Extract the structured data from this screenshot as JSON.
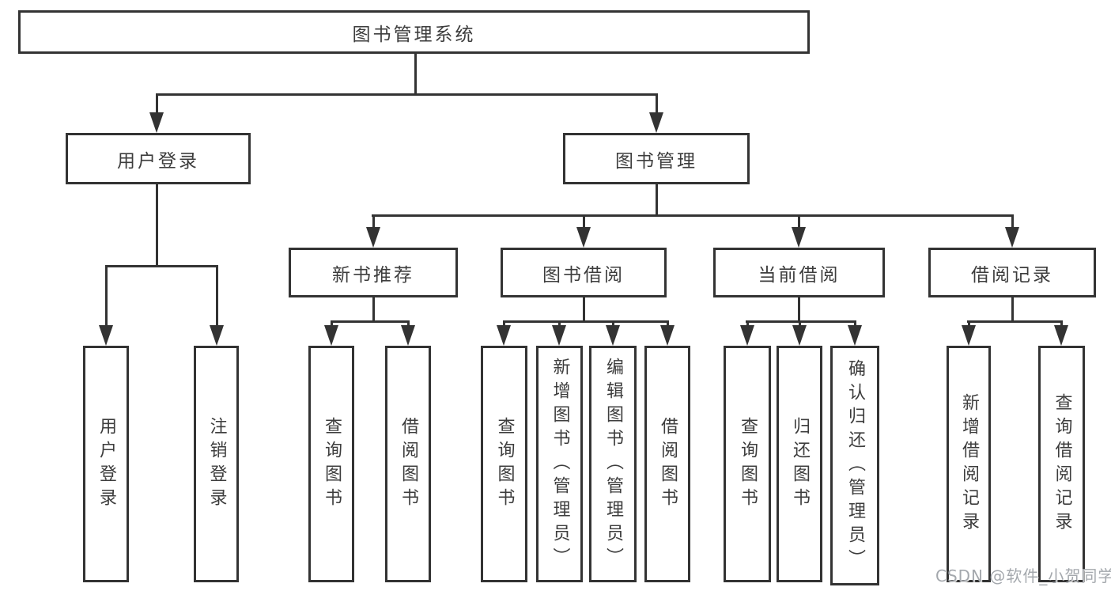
{
  "diagram_title": "图书管理系统",
  "nodes": {
    "root": {
      "label": "图书管理系统"
    },
    "user_login": {
      "label": "用户登录"
    },
    "book_mgmt": {
      "label": "图书管理"
    },
    "new_book_rec": {
      "label": "新书推荐"
    },
    "book_borrow": {
      "label": "图书借阅"
    },
    "current_borrow": {
      "label": "当前借阅"
    },
    "borrow_record": {
      "label": "借阅记录"
    },
    "login": {
      "label": "用户登录"
    },
    "logout": {
      "label": "注销登录"
    },
    "rec_query_book": {
      "label": "查询图书"
    },
    "rec_borrow_book": {
      "label": "借阅图书"
    },
    "bb_query_book": {
      "label": "查询图书"
    },
    "bb_add_book": {
      "label": "新增图书（管理员）"
    },
    "bb_edit_book": {
      "label": "编辑图书（管理员）"
    },
    "bb_borrow_book": {
      "label": "借阅图书"
    },
    "cb_query_book": {
      "label": "查询图书"
    },
    "cb_return_book": {
      "label": "归还图书"
    },
    "cb_confirm_return": {
      "label": "确认归还（管理员）"
    },
    "br_add_record": {
      "label": "新增借阅记录"
    },
    "br_query_record": {
      "label": "查询借阅记录"
    }
  },
  "edges": [
    [
      "root",
      "user_login"
    ],
    [
      "root",
      "book_mgmt"
    ],
    [
      "user_login",
      "login"
    ],
    [
      "user_login",
      "logout"
    ],
    [
      "book_mgmt",
      "new_book_rec"
    ],
    [
      "book_mgmt",
      "book_borrow"
    ],
    [
      "book_mgmt",
      "current_borrow"
    ],
    [
      "book_mgmt",
      "borrow_record"
    ],
    [
      "new_book_rec",
      "rec_query_book"
    ],
    [
      "new_book_rec",
      "rec_borrow_book"
    ],
    [
      "book_borrow",
      "bb_query_book"
    ],
    [
      "book_borrow",
      "bb_add_book"
    ],
    [
      "book_borrow",
      "bb_edit_book"
    ],
    [
      "book_borrow",
      "bb_borrow_book"
    ],
    [
      "current_borrow",
      "cb_query_book"
    ],
    [
      "current_borrow",
      "cb_return_book"
    ],
    [
      "current_borrow",
      "cb_confirm_return"
    ],
    [
      "borrow_record",
      "br_add_record"
    ],
    [
      "borrow_record",
      "br_query_record"
    ]
  ],
  "watermark": {
    "text": "CSDN @软件_小贺同学"
  },
  "colors": {
    "background": "#ffffff",
    "line": "#333333",
    "text": "#3d3d3d",
    "watermark": "#a4a8ad"
  }
}
